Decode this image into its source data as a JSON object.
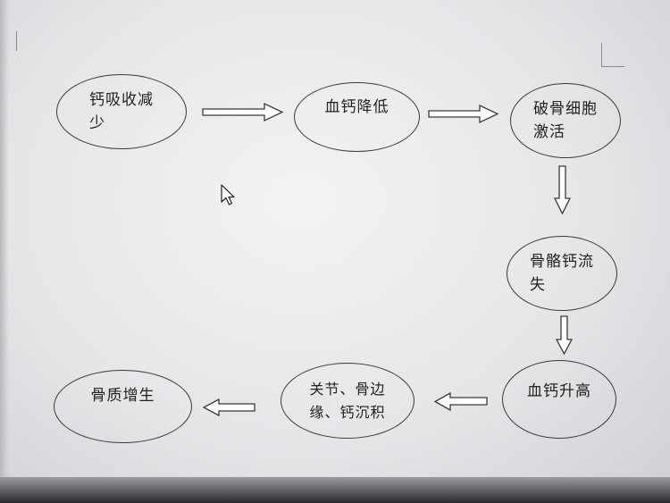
{
  "diagram": {
    "nodes": [
      {
        "id": "calcium-absorption-decrease",
        "label_line1": "钙吸收减",
        "label_line2": "少"
      },
      {
        "id": "blood-calcium-decrease",
        "label_line1": "血钙降低",
        "label_line2": ""
      },
      {
        "id": "osteoclast-activation",
        "label_line1": "破骨细胞",
        "label_line2": "激活"
      },
      {
        "id": "bone-calcium-loss",
        "label_line1": "骨骼钙流",
        "label_line2": "失"
      },
      {
        "id": "blood-calcium-increase",
        "label_line1": "血钙升高",
        "label_line2": ""
      },
      {
        "id": "calcium-deposition",
        "label_line1": "关节、骨边",
        "label_line2": "缘、钙沉积"
      },
      {
        "id": "bone-hyperplasia",
        "label_line1": "骨质增生",
        "label_line2": ""
      }
    ],
    "edges": [
      {
        "from": "calcium-absorption-decrease",
        "to": "blood-calcium-decrease"
      },
      {
        "from": "blood-calcium-decrease",
        "to": "osteoclast-activation"
      },
      {
        "from": "osteoclast-activation",
        "to": "bone-calcium-loss"
      },
      {
        "from": "bone-calcium-loss",
        "to": "blood-calcium-increase"
      },
      {
        "from": "blood-calcium-increase",
        "to": "calcium-deposition"
      },
      {
        "from": "calcium-deposition",
        "to": "bone-hyperplasia"
      }
    ]
  },
  "colors": {
    "stroke": "#3a3a3a",
    "text": "#222222",
    "arrow_fill": "#ffffff"
  }
}
